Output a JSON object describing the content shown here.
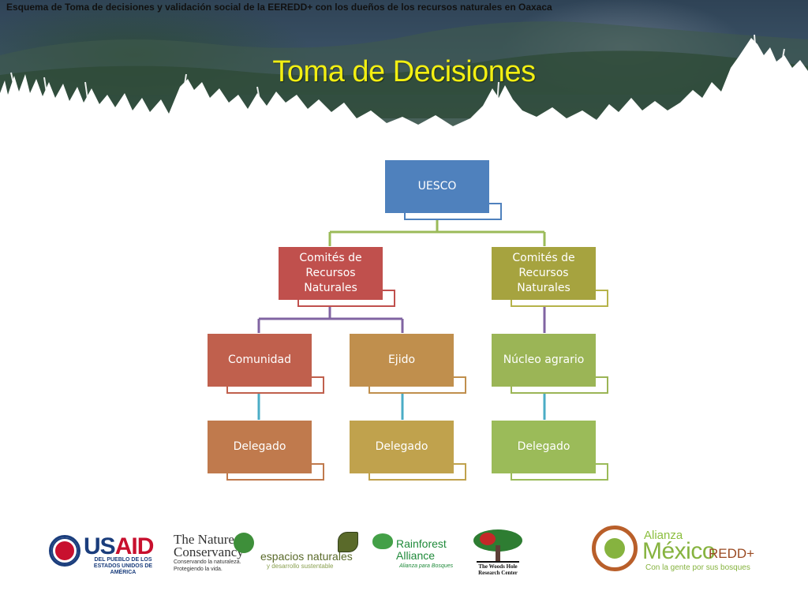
{
  "header": {
    "subtitle": "Esquema de Toma de decisiones y validación social de la EEREDD+ con los dueños de los recursos naturales en Oaxaca",
    "title": "Toma de Decisiones"
  },
  "colors": {
    "title": "#f2ef12",
    "blue": "#4f81bd",
    "red": "#c0504d",
    "olive": "#9bbb59",
    "tan": "#c0904d",
    "connector_green": "#9bbb59",
    "connector_purple": "#8064a2",
    "connector_teal": "#4bacc6"
  },
  "diagram": {
    "nodes": [
      {
        "id": "uesco",
        "label": "UESCO",
        "color": "#4f81bd",
        "sub_border": "#4f81bd"
      },
      {
        "id": "crn-left",
        "label": "Comités de Recursos Naturales",
        "color": "#c0504d",
        "sub_border": "#c0504d"
      },
      {
        "id": "crn-right",
        "label": "Comités de Recursos Naturales",
        "color": "#a6a33f",
        "sub_border": "#b6b34a"
      },
      {
        "id": "comunidad",
        "label": "Comunidad",
        "color": "#c0604d",
        "sub_border": "#c0604d"
      },
      {
        "id": "ejido",
        "label": "Ejido",
        "color": "#c08f4d",
        "sub_border": "#c08f4d"
      },
      {
        "id": "nucleo",
        "label": "Núcleo agrario",
        "color": "#9bb556",
        "sub_border": "#9bb556"
      },
      {
        "id": "delegado-1",
        "label": "Delegado",
        "color": "#c07a4d",
        "sub_border": "#c07a4d"
      },
      {
        "id": "delegado-2",
        "label": "Delegado",
        "color": "#c0a24d",
        "sub_border": "#c0a24d"
      },
      {
        "id": "delegado-3",
        "label": "Delegado",
        "color": "#9bbb59",
        "sub_border": "#9bbb59"
      }
    ],
    "edges": [
      {
        "from": "uesco",
        "to": "crn-left"
      },
      {
        "from": "uesco",
        "to": "crn-right"
      },
      {
        "from": "crn-left",
        "to": "comunidad"
      },
      {
        "from": "crn-left",
        "to": "ejido"
      },
      {
        "from": "crn-right",
        "to": "nucleo"
      },
      {
        "from": "comunidad",
        "to": "delegado-1"
      },
      {
        "from": "ejido",
        "to": "delegado-2"
      },
      {
        "from": "nucleo",
        "to": "delegado-3"
      }
    ]
  },
  "logos": {
    "usaid": {
      "word_us": "US",
      "word_aid": "AID",
      "tagline": "DEL PUEBLO DE LOS ESTADOS UNIDOS DE AMÉRICA",
      "icon": "usaid-seal-icon"
    },
    "tnc": {
      "name_line1": "The Nature",
      "name_line2": "Conservancy",
      "tagline_line1": "Conservando la naturaleza.",
      "tagline_line2": "Protegiendo la vida.",
      "icon": "leaf-icon"
    },
    "espacios": {
      "name": "espacios naturales",
      "tagline": "y desarrollo sustentable",
      "icon": "leaf-icon"
    },
    "rainforest": {
      "name_line1": "Rainforest",
      "name_line2": "Alliance",
      "tagline": "Alianza para Bosques",
      "icon": "frog-icon"
    },
    "woodshole": {
      "name_line1": "The Woods Hole",
      "name_line2": "Research Center",
      "icon": "tree-icon"
    },
    "alianza": {
      "alianza": "Alianza",
      "mexico": "México",
      "redd": "REDD+",
      "tagline": "Con la gente por sus bosques",
      "icon": "alianza-emblem-icon"
    }
  }
}
